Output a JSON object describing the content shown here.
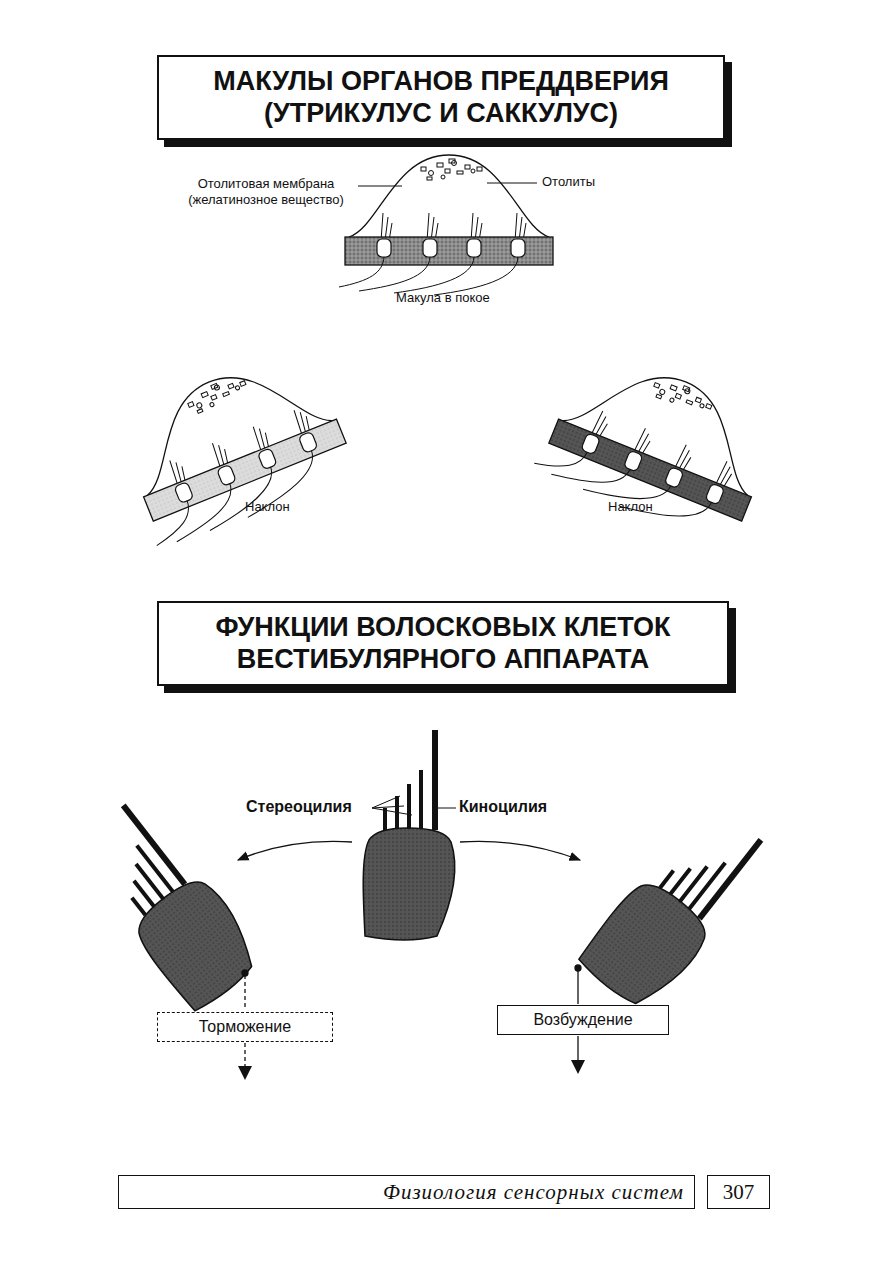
{
  "diagram": {
    "nodes": [
      {
        "text": [
          "МАКУЛЫ ОРГАНОВ ПРЕДДВЕРИЯ (УТРИКУЛУС И САККУЛУС)"
        ]
      },
      {
        "text": [
          "ФУНКЦИИ ВОЛОСКОВЫХ КЛЕТОК ВЕСТИБУЛЯРНОГО АППАРАТА"
        ]
      },
      {
        "text": [
          "Торможение"
        ]
      },
      {
        "text": [
          "Возбуждение"
        ]
      },
      {
        "text": [
          "Физиология сенсорных систем"
        ]
      },
      {
        "text": [
          "307"
        ]
      }
    ],
    "labels": [
      "Отолитовая мембрана (желатинозное вещество)",
      "Отолиты",
      "Макула в покое",
      "Наклон",
      "Наклон",
      "Стереоцилия",
      "Киноцилия"
    ]
  }
}
